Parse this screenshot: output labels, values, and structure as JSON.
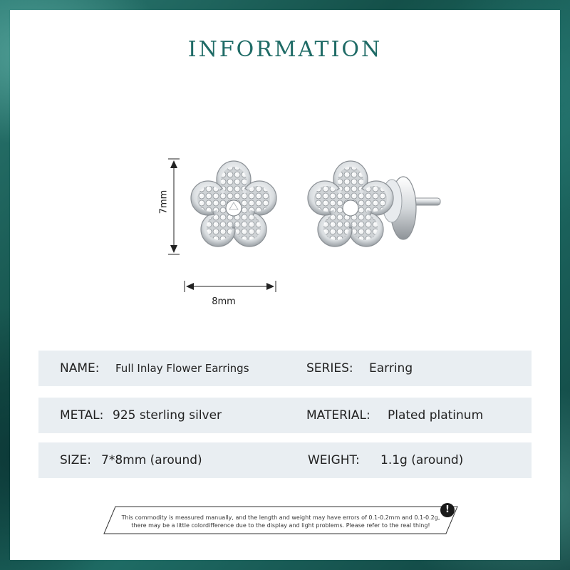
{
  "title": "INFORMATION",
  "dimensions": {
    "height_label": "7mm",
    "width_label": "8mm"
  },
  "specs": [
    {
      "label_a": "NAME:",
      "value_a": "Full Inlay Flower Earrings",
      "label_b": "SERIES:",
      "value_b": "Earring"
    },
    {
      "label_a": "METAL:",
      "value_a": "925 sterling silver",
      "label_b": "MATERIAL:",
      "value_b": "Plated platinum"
    },
    {
      "label_a": "SIZE:",
      "value_a": "7*8mm (around)",
      "label_b": "WEIGHT:",
      "value_b": "1.1g (around)"
    }
  ],
  "notice": {
    "line1": "This commodity is measured manually, and the length and weight may have errors of 0.1-0.2mm and 0.1-0.2g,",
    "line2": "there may be a little colordifference due to the display and light problems. Please refer to the real thing!"
  },
  "icons": {
    "warning": "warning-icon"
  },
  "colors": {
    "title": "#1f6b66",
    "row_bg": "#e9eef2",
    "frame": "#1d5a55"
  }
}
